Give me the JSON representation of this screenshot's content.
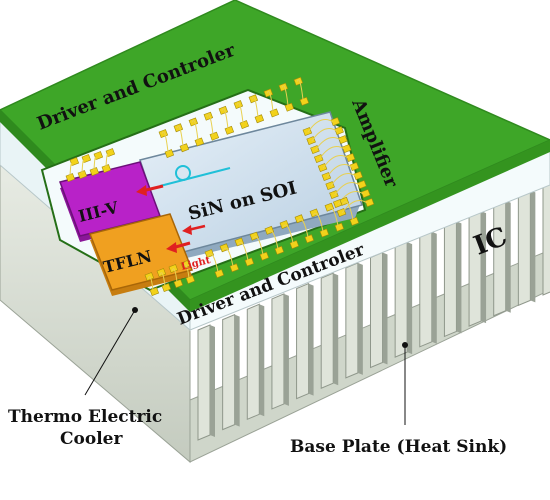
{
  "labels": {
    "driver_top": "Driver and Controler",
    "driver_bottom": "Driver and Controler",
    "amplifier": "Amplifier",
    "ic": "IC",
    "iii_v": "III-V",
    "sin_soi": "SiN on SOI",
    "tfln": "TFLN",
    "light": "Light",
    "tec_line1": "Thermo Electric",
    "tec_line2": "Cooler",
    "base_plate": "Base Plate (Heat Sink)"
  },
  "colors": {
    "pcb_green": "#3ea628",
    "pcb_green_dark": "#2f8a1e",
    "tec_white": "#f4fbfc",
    "heatsink": "#d9dfd4",
    "heatsink_dark": "#9aa296",
    "iii_v": "#b822c8",
    "tfln": "#f0a020",
    "chip": "#cfe0ee",
    "pad": "#f2d21a",
    "laser_arrow": "#e02020",
    "waveguide": "#20c0d8"
  },
  "icons": [
    "microring-resonator-icon",
    "wire-bond-icon",
    "bond-pad-icon",
    "light-arrow-icon"
  ]
}
